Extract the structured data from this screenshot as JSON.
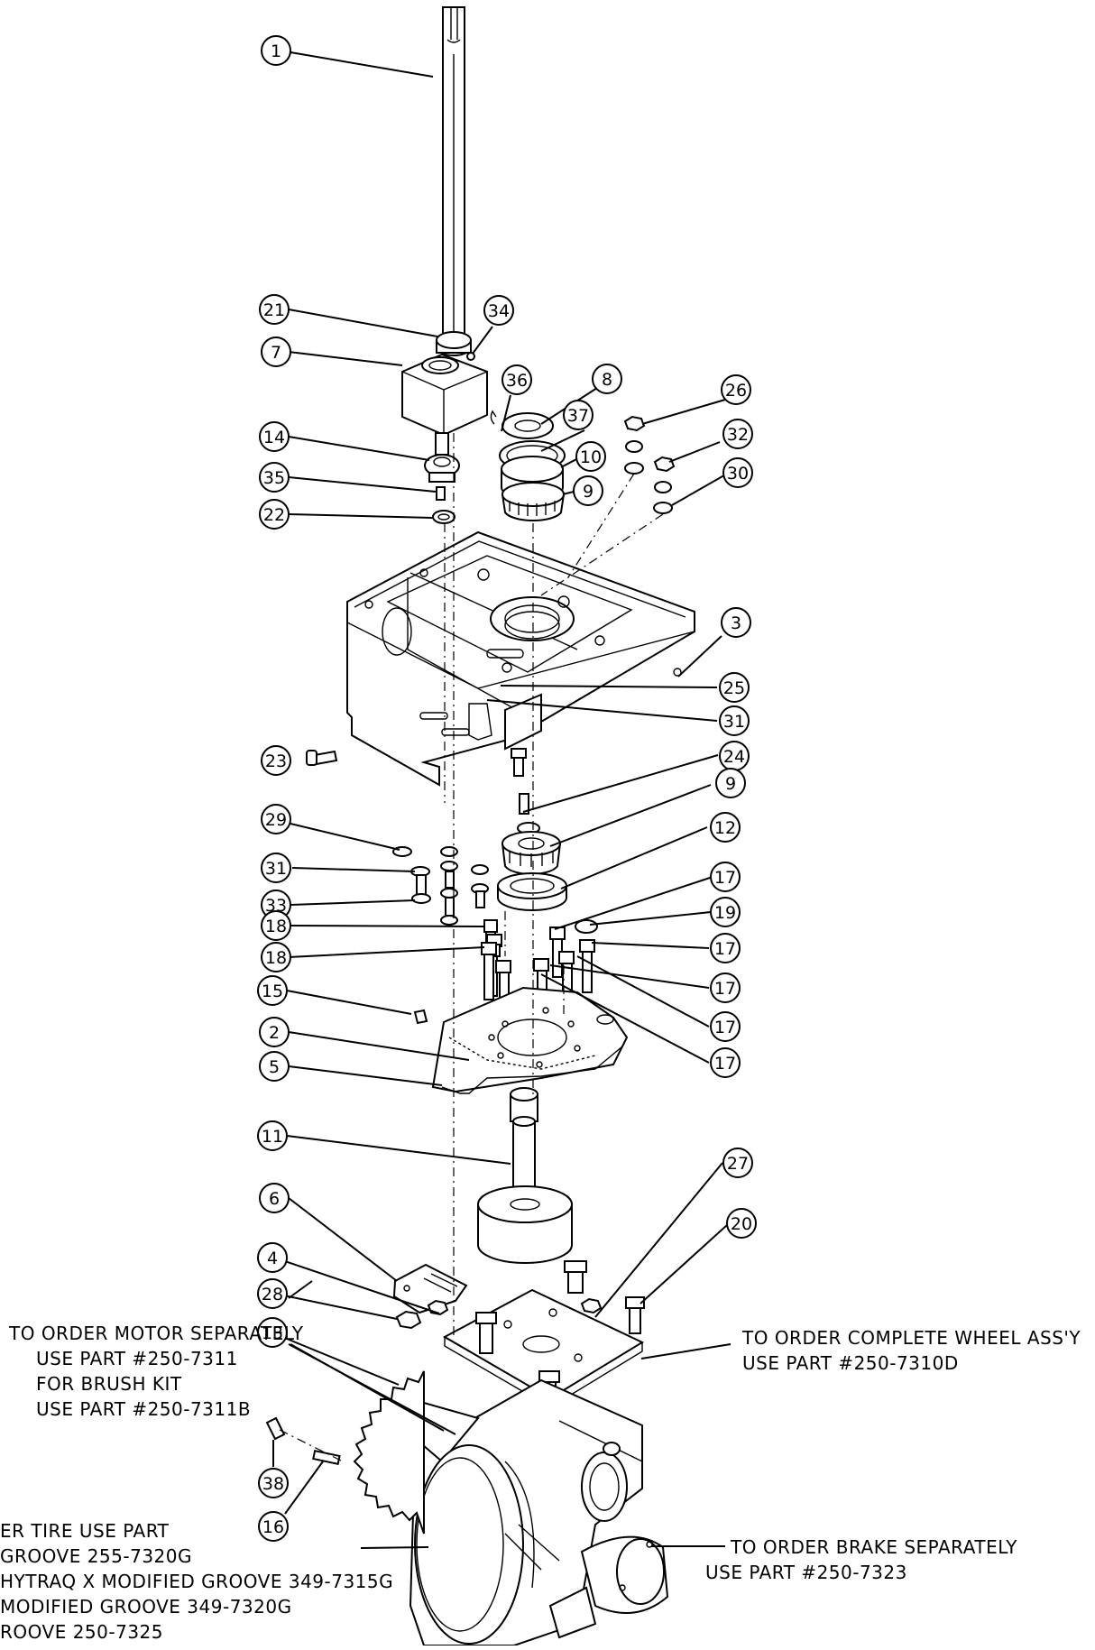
{
  "callouts": [
    {
      "key": "c1",
      "label": "1"
    },
    {
      "key": "c21",
      "label": "21"
    },
    {
      "key": "c34",
      "label": "34"
    },
    {
      "key": "c7",
      "label": "7"
    },
    {
      "key": "c36",
      "label": "36"
    },
    {
      "key": "c8",
      "label": "8"
    },
    {
      "key": "c26",
      "label": "26"
    },
    {
      "key": "c37",
      "label": "37"
    },
    {
      "key": "c32",
      "label": "32"
    },
    {
      "key": "c14",
      "label": "14"
    },
    {
      "key": "c10",
      "label": "10"
    },
    {
      "key": "c30",
      "label": "30"
    },
    {
      "key": "c35",
      "label": "35"
    },
    {
      "key": "c9a",
      "label": "9"
    },
    {
      "key": "c22",
      "label": "22"
    },
    {
      "key": "c3",
      "label": "3"
    },
    {
      "key": "c25",
      "label": "25"
    },
    {
      "key": "c31a",
      "label": "31"
    },
    {
      "key": "c23",
      "label": "23"
    },
    {
      "key": "c24",
      "label": "24"
    },
    {
      "key": "c9b",
      "label": "9"
    },
    {
      "key": "c29",
      "label": "29"
    },
    {
      "key": "c12",
      "label": "12"
    },
    {
      "key": "c31b",
      "label": "31"
    },
    {
      "key": "c33",
      "label": "33"
    },
    {
      "key": "c17a",
      "label": "17"
    },
    {
      "key": "c18a",
      "label": "18"
    },
    {
      "key": "c19",
      "label": "19"
    },
    {
      "key": "c18b",
      "label": "18"
    },
    {
      "key": "c17b",
      "label": "17"
    },
    {
      "key": "c15",
      "label": "15"
    },
    {
      "key": "c17c",
      "label": "17"
    },
    {
      "key": "c2",
      "label": "2"
    },
    {
      "key": "c17d",
      "label": "17"
    },
    {
      "key": "c5",
      "label": "5"
    },
    {
      "key": "c17e",
      "label": "17"
    },
    {
      "key": "c11",
      "label": "11"
    },
    {
      "key": "c27",
      "label": "27"
    },
    {
      "key": "c6",
      "label": "6"
    },
    {
      "key": "c20",
      "label": "20"
    },
    {
      "key": "c4",
      "label": "4"
    },
    {
      "key": "c28",
      "label": "28"
    },
    {
      "key": "c13",
      "label": "13"
    },
    {
      "key": "c38",
      "label": "38"
    },
    {
      "key": "c16",
      "label": "16"
    }
  ],
  "notes": {
    "motor_line1": "TO ORDER MOTOR SEPARATELY",
    "motor_line2": "USE PART #250-7311",
    "motor_line3": "FOR BRUSH KIT",
    "motor_line4": "USE PART #250-7311B",
    "wheel_line1": "TO ORDER COMPLETE WHEEL ASS'Y",
    "wheel_line2": "USE PART #250-7310D",
    "brake_line1": "TO ORDER BRAKE SEPARATELY",
    "brake_line2": "USE PART #250-7323",
    "tire_line1": "ER TIRE USE PART",
    "tire_line2": "GROOVE 255-7320G",
    "tire_line3": "HYTRAQ X MODIFIED GROOVE 349-7315G",
    "tire_line4": "MODIFIED GROOVE 349-7320G",
    "tire_line5": "ROOVE 250-7325"
  }
}
